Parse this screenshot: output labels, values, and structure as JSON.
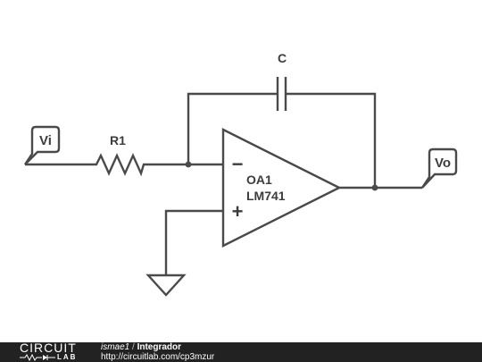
{
  "schematic": {
    "components": {
      "resistor": {
        "label": "R1"
      },
      "capacitor": {
        "label": "C"
      },
      "opamp": {
        "name": "OA1",
        "model": "LM741",
        "inverting_symbol": "−",
        "noninverting_symbol": "+"
      }
    },
    "ports": {
      "input": {
        "label": "Vi"
      },
      "output": {
        "label": "Vo"
      }
    }
  },
  "footer": {
    "logo_top": "CIRCUIT",
    "logo_bottom": "LAB",
    "author": "ismae1",
    "separator": "/",
    "title": "Integrador",
    "url": "http://circuitlab.com/cp3mzur"
  },
  "colors": {
    "wire": "#4a4a4a",
    "footer_background": "#222222",
    "footer_text": "#ffffff"
  }
}
